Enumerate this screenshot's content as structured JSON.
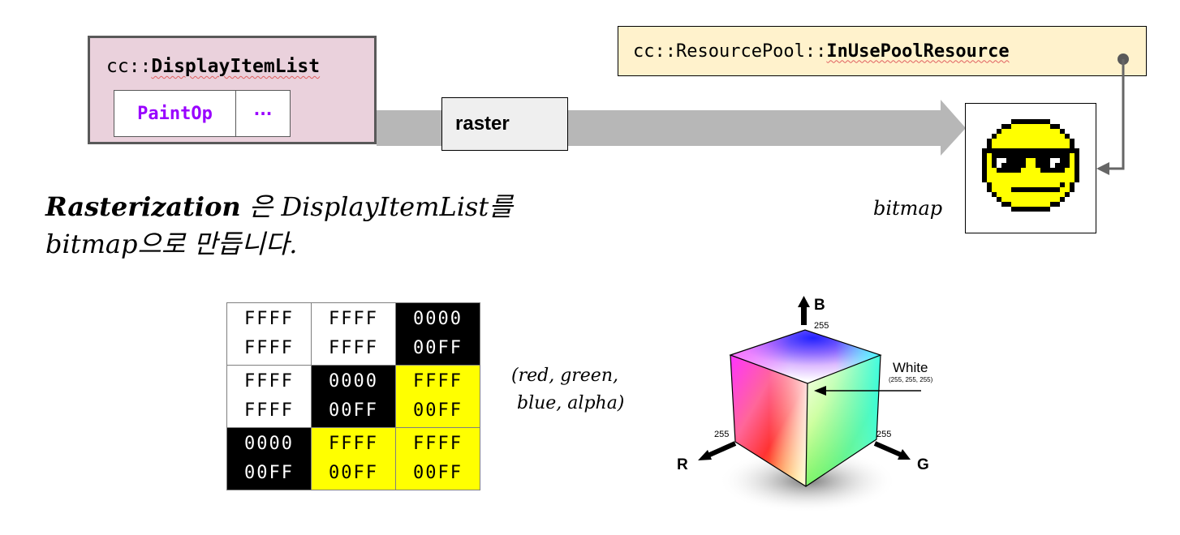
{
  "display_item_list": {
    "namespace": "cc::",
    "class_name": "DisplayItemList",
    "items": [
      {
        "label": "PaintOp"
      },
      {
        "label": "···"
      }
    ],
    "fill_color": "#ead1dc",
    "item_color": "#9900ff"
  },
  "raster": {
    "label": "raster"
  },
  "resource_pool": {
    "namespace": "cc::ResourcePool::",
    "class_name": "InUsePoolResource",
    "fill_color": "#fff2cc"
  },
  "bitmap": {
    "label": "bitmap",
    "icon": "sunglasses-smiley-icon"
  },
  "caption": {
    "term": "Rasterization",
    "line1_rest": " 은 DisplayItemList를",
    "line2": "bitmap으로 만듭니다."
  },
  "pixel_table": {
    "rows": [
      [
        {
          "top": "FFFF",
          "bottom": "FFFF",
          "color": "white"
        },
        {
          "top": "FFFF",
          "bottom": "FFFF",
          "color": "white"
        },
        {
          "top": "0000",
          "bottom": "00FF",
          "color": "black"
        }
      ],
      [
        {
          "top": "FFFF",
          "bottom": "FFFF",
          "color": "white"
        },
        {
          "top": "0000",
          "bottom": "00FF",
          "color": "black"
        },
        {
          "top": "FFFF",
          "bottom": "00FF",
          "color": "yellow"
        }
      ],
      [
        {
          "top": "0000",
          "bottom": "00FF",
          "color": "black"
        },
        {
          "top": "FFFF",
          "bottom": "00FF",
          "color": "yellow"
        },
        {
          "top": "FFFF",
          "bottom": "00FF",
          "color": "yellow"
        }
      ]
    ]
  },
  "rgba_label": "(red, green,\n blue, alpha)",
  "color_cube": {
    "axis_b": "B",
    "axis_r": "R",
    "axis_g": "G",
    "b_max": "255",
    "r_max": "255",
    "g_max": "255",
    "white_label": "White",
    "white_value": "(255, 255, 255)"
  }
}
